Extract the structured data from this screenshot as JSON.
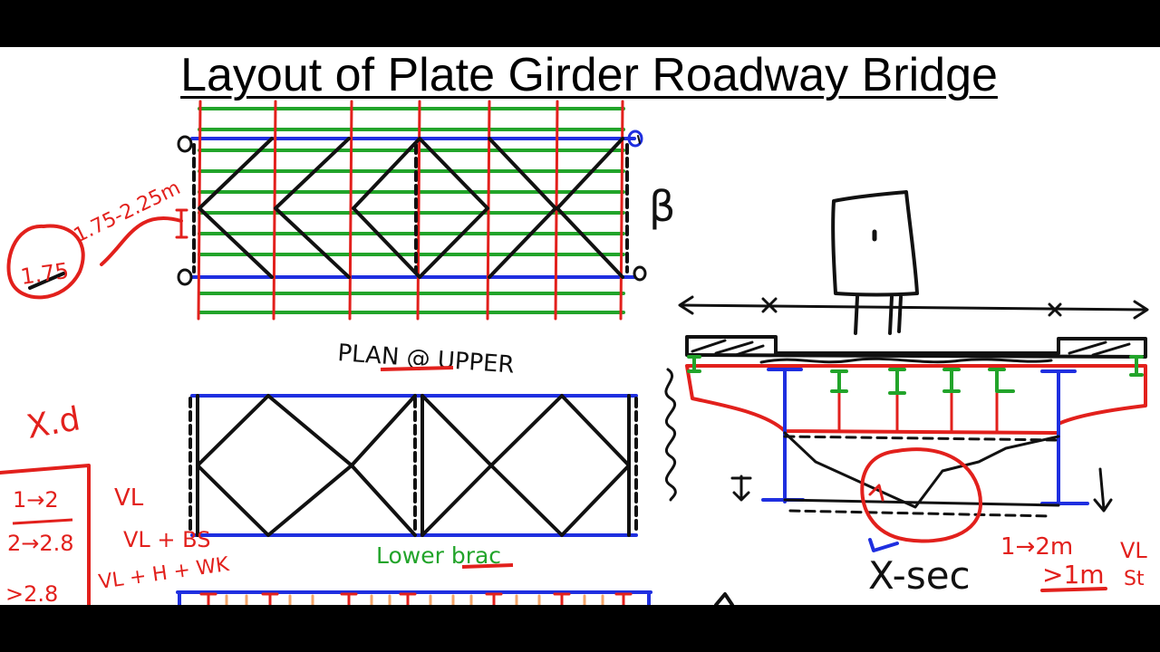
{
  "title": "Layout of Plate Girder Roadway Bridge",
  "labels": {
    "plan_caption": "PLAN @ UPPER",
    "lower_caption": "Lower brac",
    "beta": "β",
    "xsec": "X-sec",
    "xd": "X.d",
    "spacing_range": "1.75-2.25m"
  },
  "span_table": [
    {
      "span": "1→2",
      "force": "VL"
    },
    {
      "span": "2→2.8",
      "force": "VL + BS"
    },
    {
      "span": ">2.8",
      "force": "VL + H + WK"
    }
  ],
  "section_notes": {
    "line1": "1→2m",
    "line2": ">1m",
    "side1": "VL",
    "side2": "St"
  },
  "colors": {
    "ink_black": "#111111",
    "ink_red": "#e2201c",
    "ink_green": "#22a42a",
    "ink_blue": "#1f2fe0",
    "ink_orange": "#f2a56a",
    "background": "#ffffff",
    "frame": "#000000"
  }
}
